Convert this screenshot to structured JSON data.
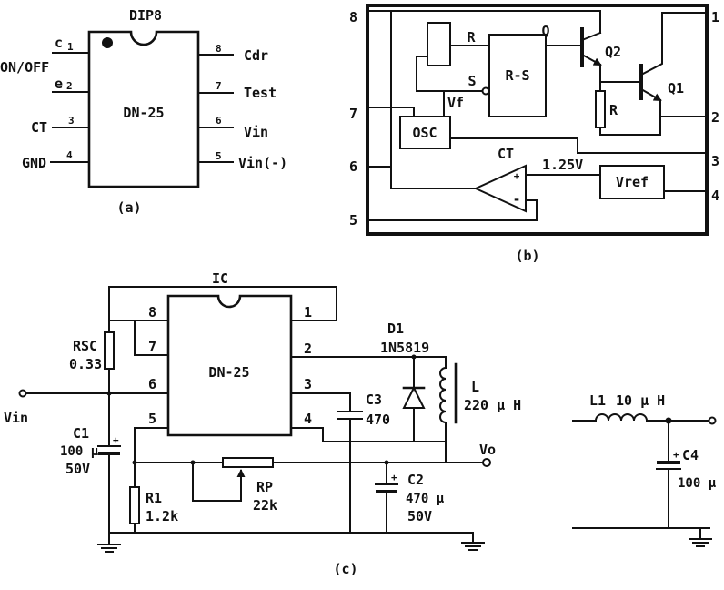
{
  "panel_a": {
    "package_label": "DIP8",
    "chip_label": "DN-25",
    "caption": "(a)",
    "pins_left": [
      {
        "num": "1",
        "name": "c",
        "function": "ON/OFF"
      },
      {
        "num": "2",
        "name": "e"
      },
      {
        "num": "3",
        "name": "CT"
      },
      {
        "num": "4",
        "name": "GND"
      }
    ],
    "pins_right": [
      {
        "num": "8",
        "name": "Cdr"
      },
      {
        "num": "7",
        "name": "Test"
      },
      {
        "num": "6",
        "name": "Vin"
      },
      {
        "num": "5",
        "name": "Vin(-)"
      }
    ]
  },
  "panel_b": {
    "caption": "(b)",
    "pins_left": [
      "8",
      "7",
      "6",
      "5"
    ],
    "pins_right": [
      "1",
      "2",
      "3",
      "4"
    ],
    "flipflop": {
      "label": "R-S",
      "input_r": "R",
      "input_s": "S",
      "output": "Q"
    },
    "feedback_label": "Vf",
    "oscillator": "OSC",
    "comparator": {
      "label": "CT",
      "plus": "+",
      "minus": "-"
    },
    "reference_voltage": "1.25V",
    "reference": "Vref",
    "transistors": [
      "Q2",
      "Q1"
    ],
    "resistor": "R"
  },
  "panel_c": {
    "caption": "(c)",
    "ic_label": "IC",
    "chip_label": "DN-25",
    "pins_left": [
      "8",
      "7",
      "6",
      "5"
    ],
    "pins_right": [
      "1",
      "2",
      "3",
      "4"
    ],
    "input_label": "Vin",
    "output_label": "Vo",
    "polarity_mark": "+",
    "components": {
      "rsc": {
        "name": "RSC",
        "value": "0.33"
      },
      "c1": {
        "name": "C1",
        "value": "100 μ",
        "voltage": "50V"
      },
      "r1": {
        "name": "R1",
        "value": "1.2k"
      },
      "rp": {
        "name": "RP",
        "value": "22k"
      },
      "c3": {
        "name": "C3",
        "value": "470"
      },
      "d1": {
        "name": "D1",
        "value": "1N5819"
      },
      "l": {
        "name": "L",
        "value": "220 μ H"
      },
      "c2": {
        "name": "C2",
        "value": "470 μ",
        "voltage": "50V"
      }
    }
  },
  "filter": {
    "polarity_mark": "+",
    "l1": {
      "name": "L1",
      "value": "10 μ H"
    },
    "c4": {
      "name": "C4",
      "value": "100 μ"
    }
  }
}
